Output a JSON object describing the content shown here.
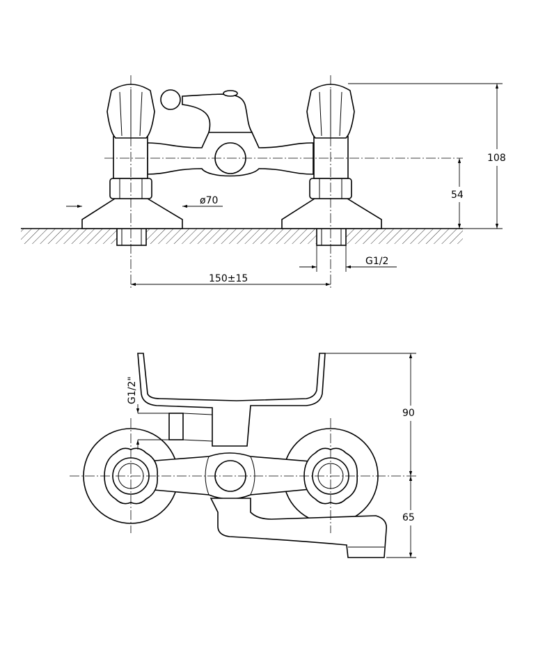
{
  "front_view": {
    "dim_total_height": "108",
    "dim_axis_height": "54",
    "dim_flange_diameter": "ø70",
    "dim_thread": "G1/2",
    "dim_axis_distance": "150±15"
  },
  "side_view": {
    "dim_thread": "G1/2\"",
    "dim_upper_height": "90",
    "dim_spout_height": "65"
  }
}
